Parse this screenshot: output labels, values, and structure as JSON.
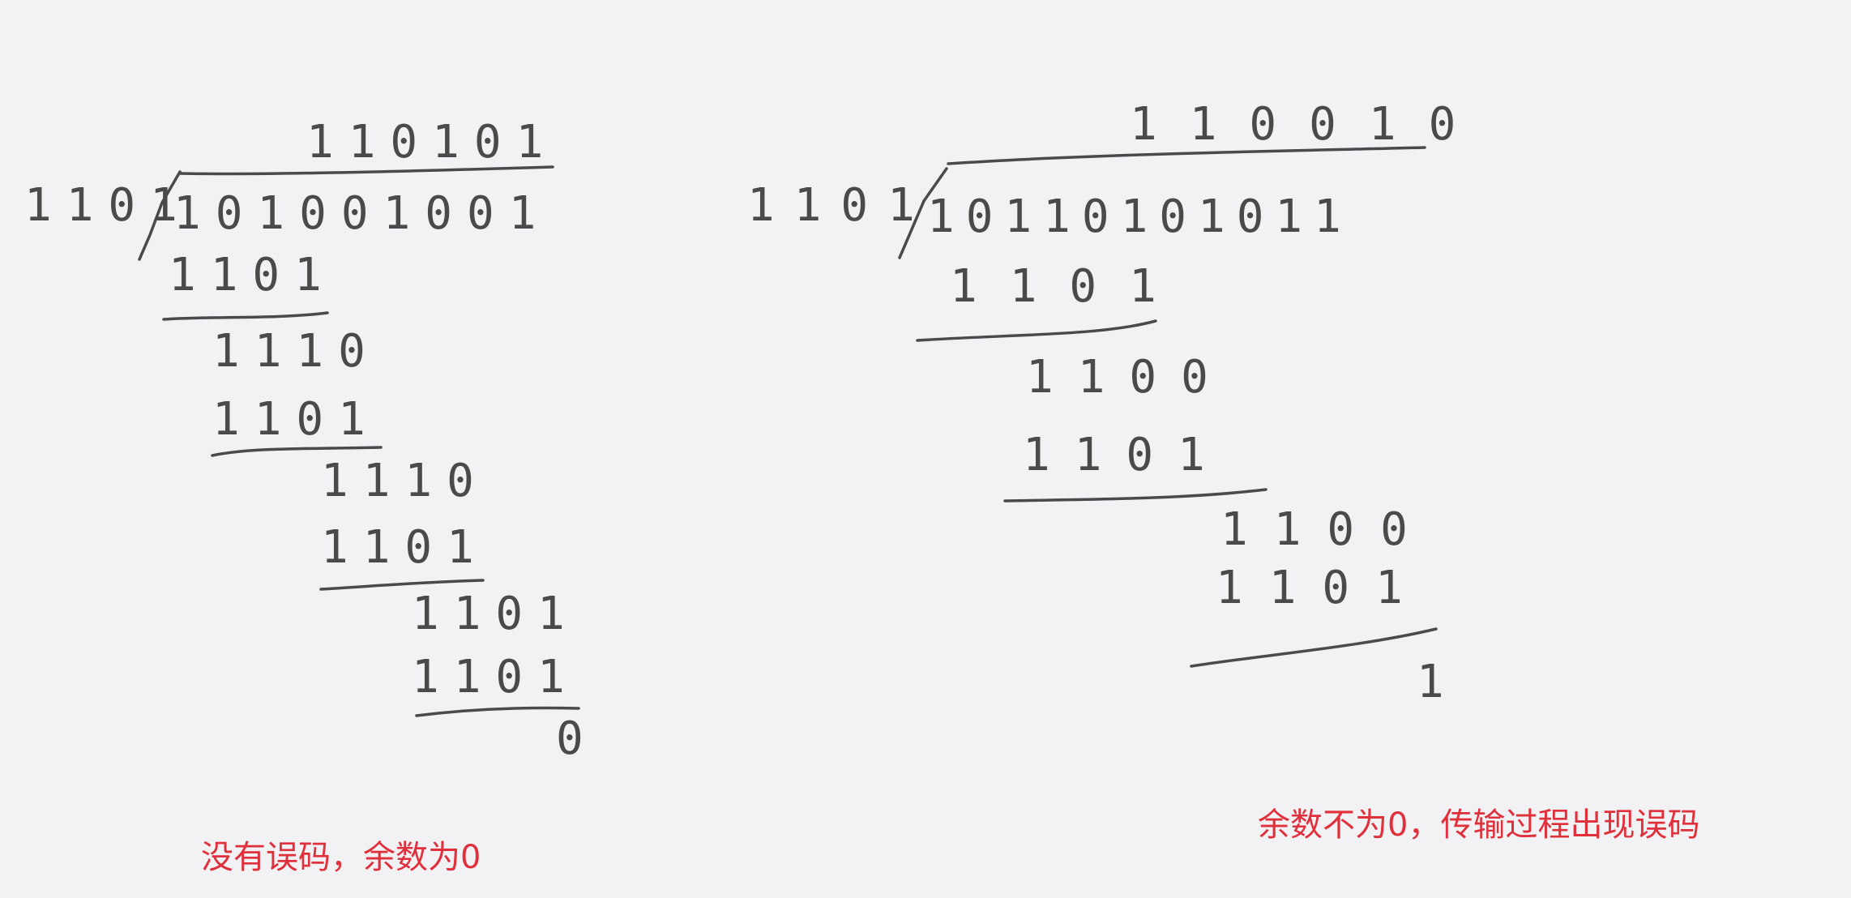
{
  "left_division": {
    "divisor": "1101",
    "quotient": "110101",
    "dividend": "101001001",
    "steps": [
      "1101",
      "1110",
      "1101",
      "1110",
      "1101",
      "1101",
      "1101"
    ],
    "remainder": "0",
    "note": "没有误码，余数为0"
  },
  "right_division": {
    "divisor": "1101",
    "quotient": "110010",
    "dividend": "10110101011",
    "steps": [
      "1101",
      "1100",
      "1101",
      "1100",
      "1101"
    ],
    "remainder": "1",
    "note": "余数不为0，传输过程出现误码"
  }
}
